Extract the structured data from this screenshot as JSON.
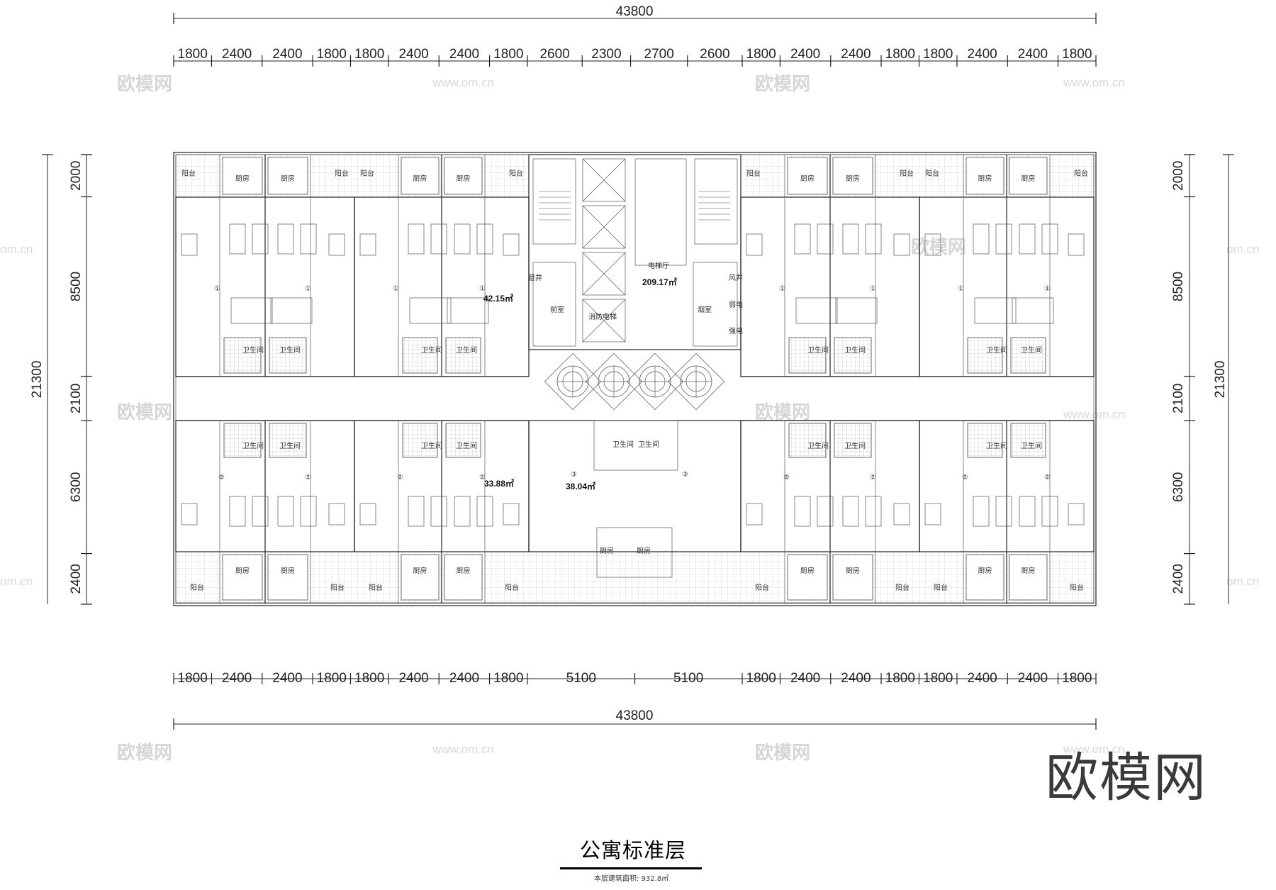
{
  "top_total": "43800",
  "bottom_total": "43800",
  "top_dims": [
    "1800",
    "2400",
    "2400",
    "1800",
    "1800",
    "2400",
    "2400",
    "1800",
    "2600",
    "2300",
    "2700",
    "2600",
    "1800",
    "2400",
    "2400",
    "1800",
    "1800",
    "2400",
    "2400",
    "1800"
  ],
  "bottom_dims": [
    "1800",
    "2400",
    "2400",
    "1800",
    "1800",
    "2400",
    "2400",
    "1800",
    "5100",
    "5100",
    "1800",
    "2400",
    "2400",
    "1800",
    "1800",
    "2400",
    "2400",
    "1800"
  ],
  "left_total": "21300",
  "right_total": "21300",
  "side_dims": [
    "2000",
    "8500",
    "2100",
    "6300",
    "2400"
  ],
  "rooms": {
    "balcony": "阳台",
    "kitchen": "厨房",
    "toilet": "卫生间",
    "elevator_hall": "电梯厅",
    "front_room": "前室",
    "fire_elevator": "消防电梯",
    "smoke_room": "烟室",
    "pipe": "管井",
    "wind_well": "风井",
    "weak_elec": "弱电",
    "strong_elec": "强电"
  },
  "unit_marks": [
    "①",
    "②",
    "③"
  ],
  "areas": {
    "elevator_hall": "209.17㎡",
    "unit1": "42.15㎡",
    "unit2": "33.88㎡",
    "unit3": "38.04㎡"
  },
  "watermark": {
    "cn": "欧模网",
    "url": "www.om.cn",
    "url_short": "om.cn"
  },
  "brand": "欧模网",
  "title": "公寓标准层",
  "subtitle": "本层建筑面积: 932.8㎡"
}
